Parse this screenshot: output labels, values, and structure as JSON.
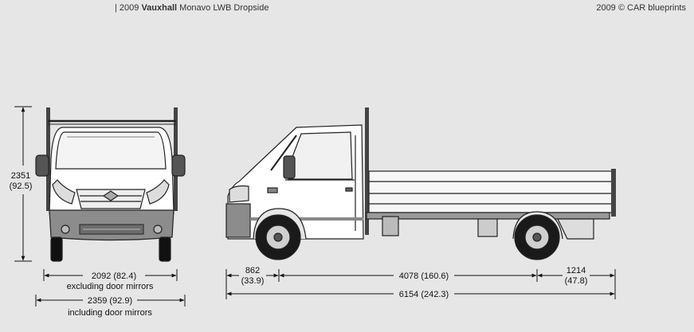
{
  "header": {
    "prefix": "| 2009 ",
    "make": "Vauxhall",
    "model": " Monavo LWB Dropside",
    "copyright": "2009 © CAR blueprints"
  },
  "dimensions": {
    "height_mm": "2351",
    "height_in": "(92.5)",
    "width_excl": "2092 (82.4)",
    "width_excl_note": "excluding door mirrors",
    "width_incl": "2359 (92.9)",
    "width_incl_note": "including door mirrors",
    "front_overhang_mm": "862",
    "front_overhang_in": "(33.9)",
    "wheelbase": "4078 (160.6)",
    "rear_overhang_mm": "1214",
    "rear_overhang_in": "(47.8)",
    "length": "6154 (242.3)"
  }
}
